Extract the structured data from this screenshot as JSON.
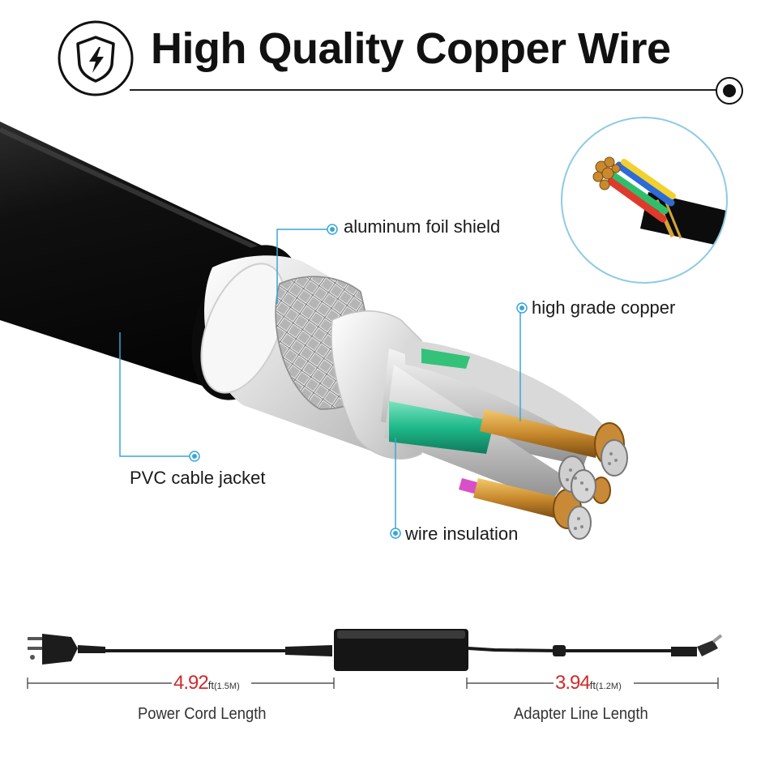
{
  "header": {
    "title": "High Quality Copper Wire",
    "badge_icon": "shield-lightning-icon"
  },
  "callouts": {
    "foil_shield": "aluminum foil shield",
    "copper": "high grade copper",
    "jacket": "PVC cable jacket",
    "insulation": "wire insulation"
  },
  "measurements": {
    "power_cord": {
      "value": "4.92",
      "unit": "ft",
      "metric": "(1.5M)",
      "caption": "Power Cord Length"
    },
    "adapter_line": {
      "value": "3.94",
      "unit": "ft",
      "metric": "(1.2M)",
      "caption": "Adapter  Line  Length"
    }
  },
  "colors": {
    "callout_line": "#3aa6d8",
    "measure_red": "#d12a2a",
    "jacket_black": "#151515",
    "insulation_green": "#1fb98a",
    "copper": "#c98a2e"
  }
}
